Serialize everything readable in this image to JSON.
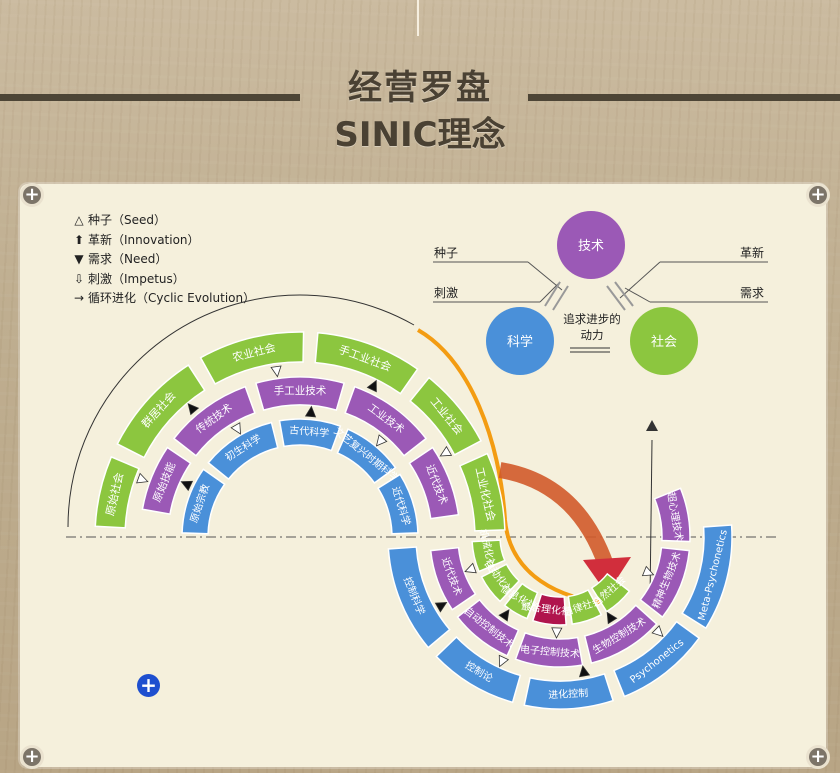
{
  "title_cn": "经营罗盘",
  "title_en": "SINIC理念",
  "legend": {
    "seed": "种子（Seed）",
    "innovation": "革新（Innovation）",
    "need": "需求（Need）",
    "impetus": "刺激（Impetus）",
    "cyclic": "循环进化（Cyclic Evolution）"
  },
  "triangle": {
    "tech": "技术",
    "science": "科学",
    "society": "社会",
    "center_line1": "追求进步的",
    "center_line2": "动力",
    "seed": "种子",
    "impetus": "刺激",
    "innovation": "革新",
    "need": "需求"
  },
  "society_arc": [
    "原始社会",
    "群居社会",
    "农业社会",
    "手工业社会",
    "工业社会",
    "工业化社会",
    "机械化社会",
    "自动化社会",
    "信息化社会",
    "最合理化社会",
    "自律社会",
    "自然社会"
  ],
  "tech_arc": [
    "原始技能",
    "传统技术",
    "手工业技术",
    "工业技术",
    "近代技术",
    "自动控制技术",
    "电子控制技术",
    "生物控制技术",
    "精神生物技术",
    "超心理技术"
  ],
  "science_arc": [
    "原始宗教",
    "初生科学",
    "古代科学",
    "文艺复兴时期科学",
    "近代科学",
    "控制科学",
    "控制论",
    "进化控制",
    "Psychonetics",
    "Meta-Psychonetics"
  ],
  "colors": {
    "society_green": "#8cc63f",
    "tech_purple": "#9b59b6",
    "science_blue": "#4a90d9",
    "industrial_orange": "#f39c12",
    "optimal_red": "#b0154d",
    "panel": "#f5f0dc"
  },
  "icons": [
    "plus-icon",
    "plus-circle-icon"
  ]
}
